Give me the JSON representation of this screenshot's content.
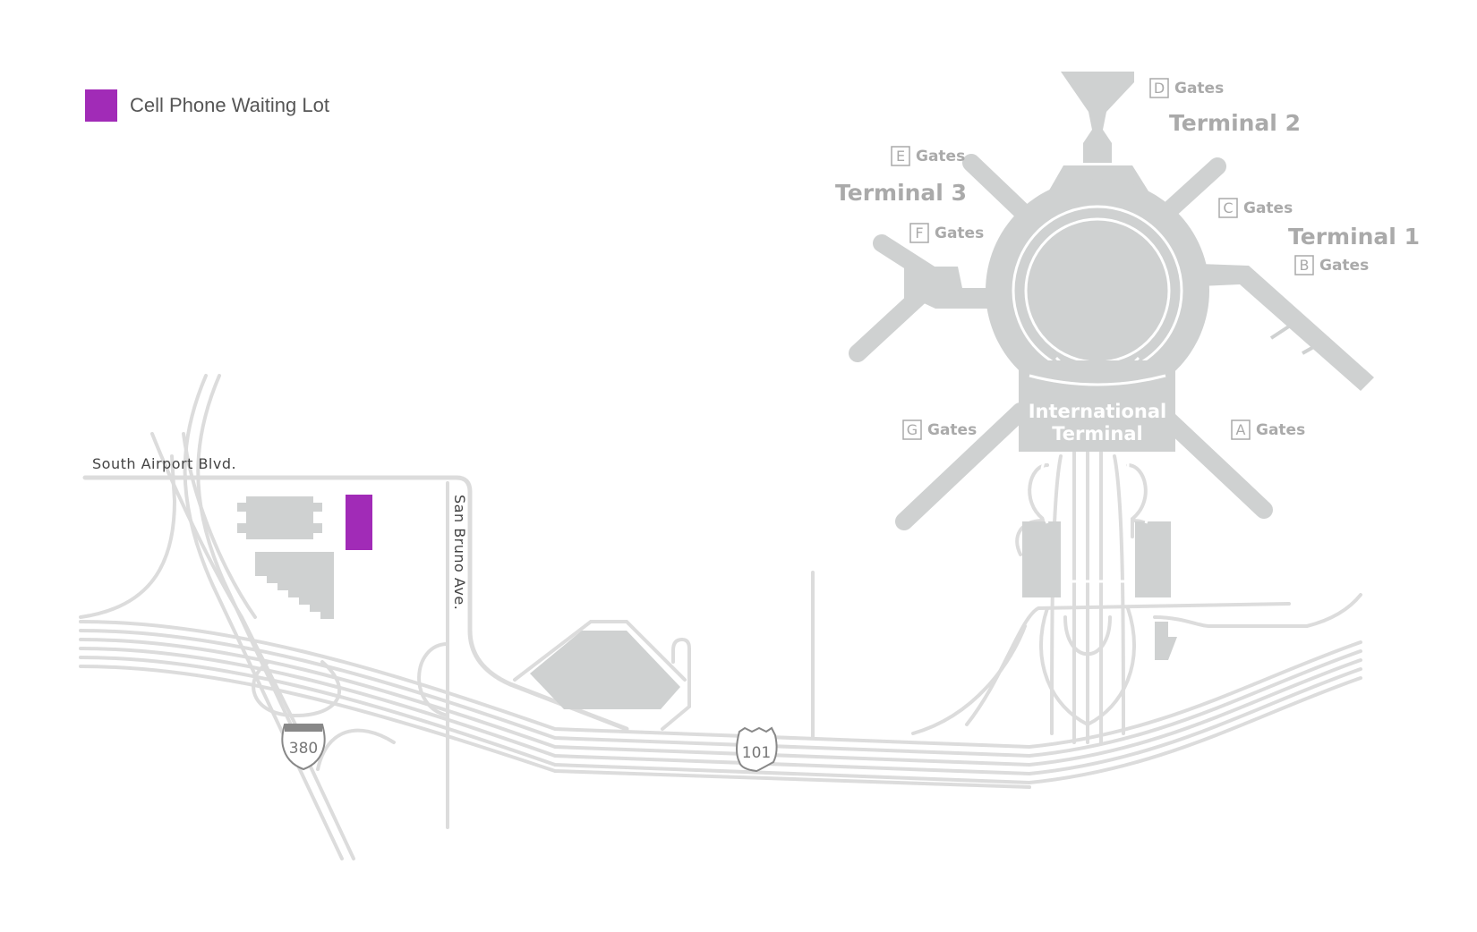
{
  "legend": {
    "label": "Cell Phone Waiting Lot",
    "color": "#a12bb7"
  },
  "colors": {
    "road": "#dcdcdc",
    "building": "#cfd1d1",
    "label": "#aaaaaa",
    "highlight": "#a12bb7"
  },
  "terminals": {
    "t1": "Terminal 1",
    "t2": "Terminal 2",
    "t3": "Terminal 3",
    "intl_line1": "International",
    "intl_line2": "Terminal"
  },
  "gates": {
    "word": "Gates",
    "a": "A",
    "b": "B",
    "c": "C",
    "d": "D",
    "e": "E",
    "f": "F",
    "g": "G"
  },
  "roads": {
    "south_airport": "South Airport Blvd.",
    "san_bruno": "San Bruno Ave."
  },
  "shields": {
    "i380": "380",
    "us101": "101"
  }
}
